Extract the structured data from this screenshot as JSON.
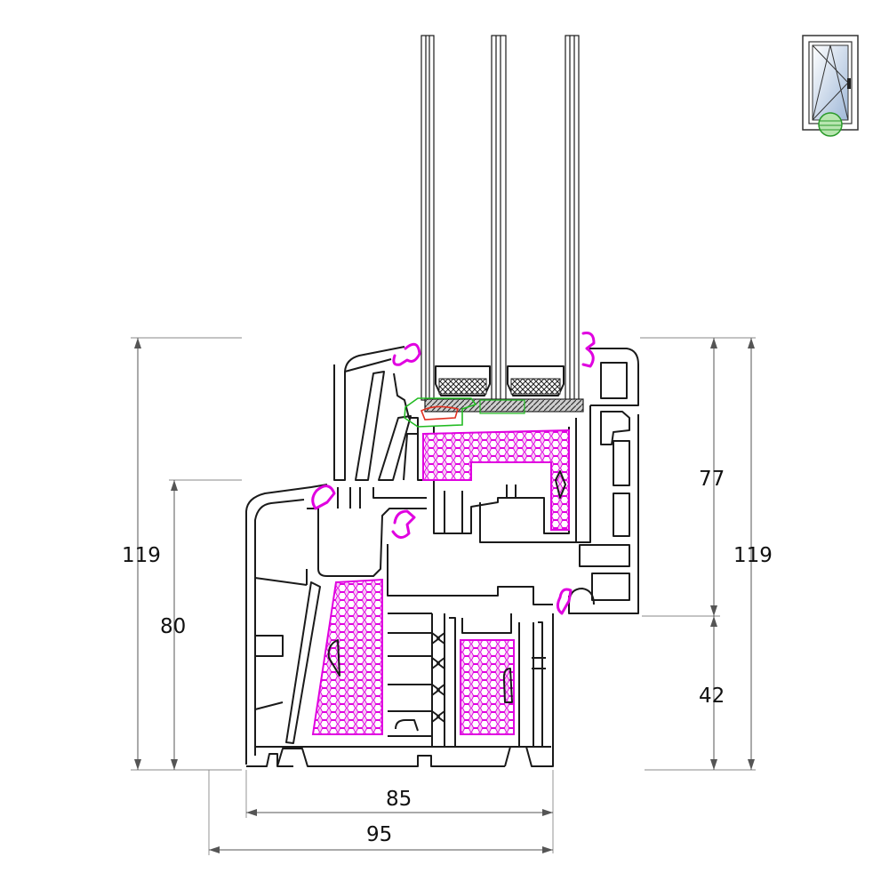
{
  "dimensions": {
    "left_total": "119",
    "left_frame": "80",
    "right_total": "119",
    "right_sash": "77",
    "right_frame": "42",
    "bottom_inner": "85",
    "bottom_outer": "95"
  },
  "icons": {
    "window_type": "tilt-turn-window-icon"
  },
  "colors": {
    "gasket": "#e000e0",
    "foam": "#e000e0",
    "glazing_bead_clip": "#22bb22",
    "accent_red": "#e03020",
    "marker_fill": "#b8e6b0",
    "marker_stroke": "#2a9a2a"
  }
}
